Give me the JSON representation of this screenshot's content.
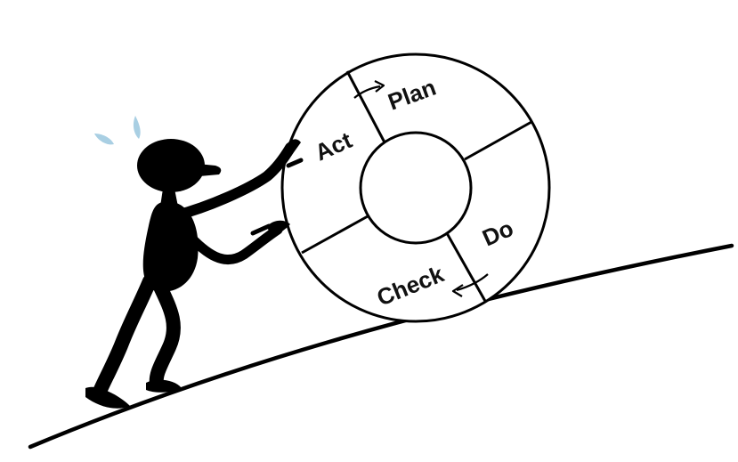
{
  "colors": {
    "ink": "#000000",
    "background": "#ffffff",
    "sweat": "#a9cfe3"
  },
  "wheel": {
    "labels": {
      "plan": "Plan",
      "do": "Do",
      "check": "Check",
      "act": "Act"
    }
  },
  "icons": {
    "figure": "stick-figure-pushing",
    "sweat": "sweat-drops",
    "arrows": [
      "curved-arrow-plan",
      "curved-arrow-check"
    ]
  }
}
